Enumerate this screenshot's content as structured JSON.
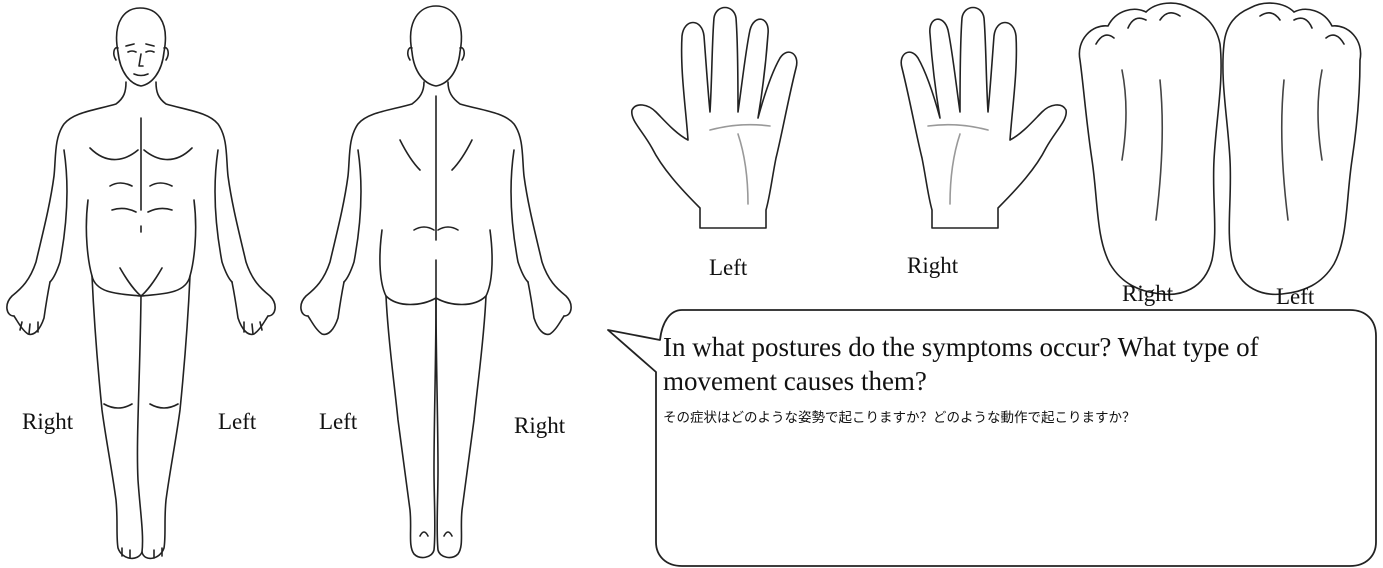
{
  "labels": {
    "front_right": "Right",
    "front_left": "Left",
    "back_left": "Left",
    "back_right": "Right",
    "hand_left": "Left",
    "hand_right": "Right",
    "foot_right": "Right",
    "foot_left": "Left"
  },
  "question": {
    "english": "In what postures do the symptoms occur? What type of movement causes them?",
    "japanese": "その症状はどのような姿勢で起こりますか？どのような動作で起こりますか？"
  }
}
